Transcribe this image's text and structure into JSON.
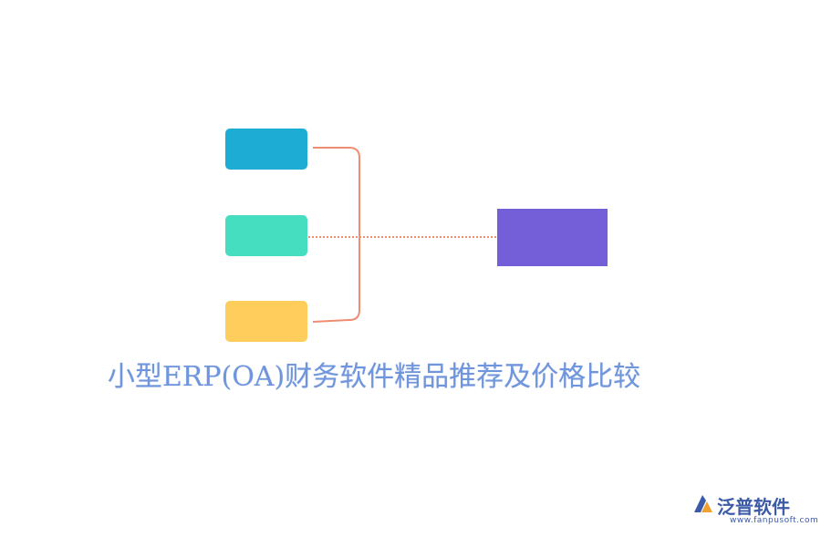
{
  "title": "小型ERP(OA)财务软件精品推荐及价格比较",
  "logo": {
    "name": "泛普软件",
    "url": "www.fanpusoft.com"
  },
  "colors": {
    "blue": "#1dacd3",
    "teal": "#45dec0",
    "yellow": "#ffcd5c",
    "purple": "#755fd9",
    "connector": "#f08c72",
    "title": "#6f95dc",
    "logo_text": "#3b5aa8"
  }
}
